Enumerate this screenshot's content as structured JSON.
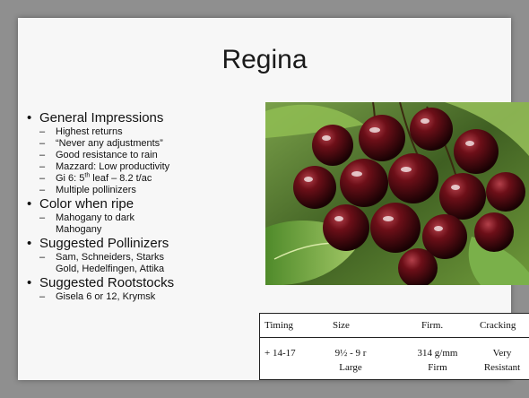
{
  "title": "Regina",
  "bullets": [
    {
      "label": "General Impressions",
      "subs": [
        {
          "text": "Highest returns"
        },
        {
          "text": "“Never any adjustments”"
        },
        {
          "text": "Good resistance to rain"
        },
        {
          "text": "Mazzard: Low productivity"
        },
        {
          "text_before": "Gi 6: 5",
          "sup": "th",
          "text_after": " leaf – 8.2 t/ac"
        },
        {
          "text": "Multiple pollinizers"
        }
      ]
    },
    {
      "label": "Color when ripe",
      "subs": [
        {
          "line1": "Mahogany to dark",
          "line2": "Mahogany"
        }
      ]
    },
    {
      "label": "Suggested Pollinizers",
      "subs": [
        {
          "line1": "Sam, Schneiders,  Starks",
          "line2": "Gold, Hedelfingen, Attika"
        }
      ]
    },
    {
      "label": "Suggested Rootstocks",
      "subs": [
        {
          "text": "Gisela 6 or 12, Krymsk"
        }
      ]
    }
  ],
  "table": {
    "headers": [
      "Timing",
      "Size",
      "Firm.",
      "Cracking"
    ],
    "row": {
      "timing": "+ 14-17",
      "size_l1": "9½ - 9 r",
      "size_l2": "Large",
      "firm_l1": "314 g/mm",
      "firm_l2": "Firm",
      "crack_l1": "Very",
      "crack_l2": "Resistant"
    }
  },
  "colors": {
    "cherry_dark": "#2a0508",
    "cherry_mid": "#6d0f18",
    "leaf": "#5a8a2e"
  }
}
